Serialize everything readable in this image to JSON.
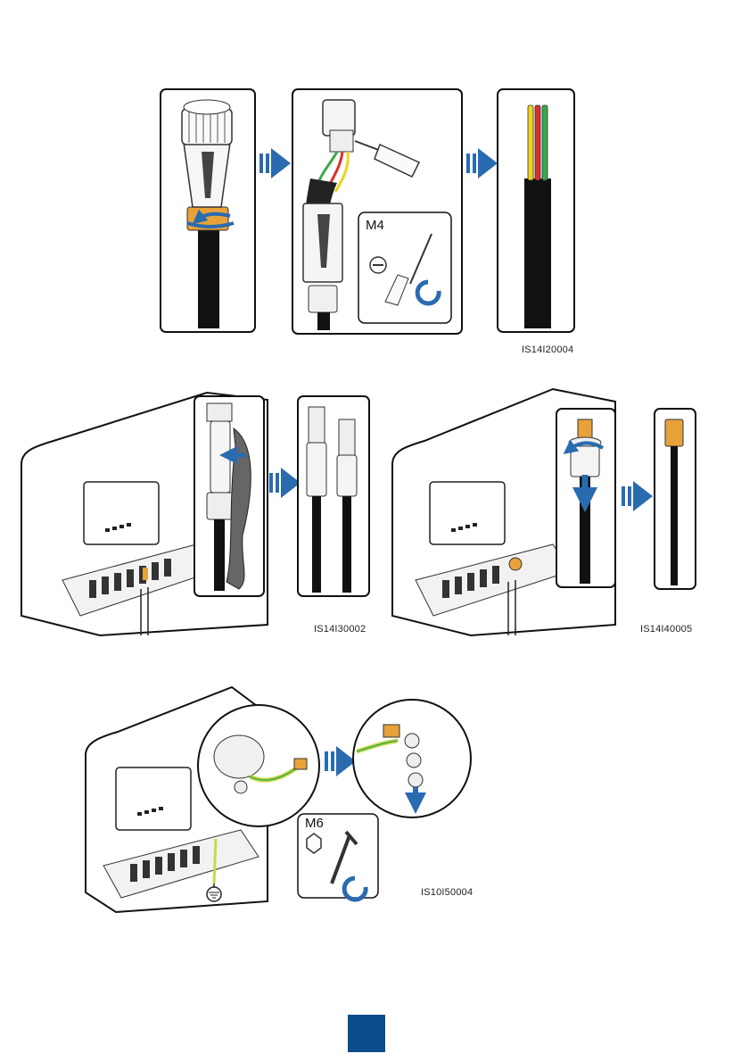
{
  "figures": [
    {
      "code": "IS14I20004",
      "tool_spec": "M4"
    },
    {
      "code": "IS14I30002"
    },
    {
      "code": "IS14I40005"
    },
    {
      "code": "IS10I50004",
      "tool_spec": "M6"
    }
  ],
  "colors": {
    "arrow_blue": "#2a6bb0",
    "page_tab": "#0b4e8c",
    "connector_orange": "#e8a23a",
    "wire_yellow": "#f0d21a",
    "wire_red": "#d9302b",
    "wire_green": "#3aa84a",
    "ground_wire": "#c9d94a"
  },
  "icons": [
    "slotted-screwdriver-icon",
    "hex-wrench-icon",
    "rotate-arrow-icon",
    "ground-symbol-icon",
    "right-arrow-icon"
  ]
}
